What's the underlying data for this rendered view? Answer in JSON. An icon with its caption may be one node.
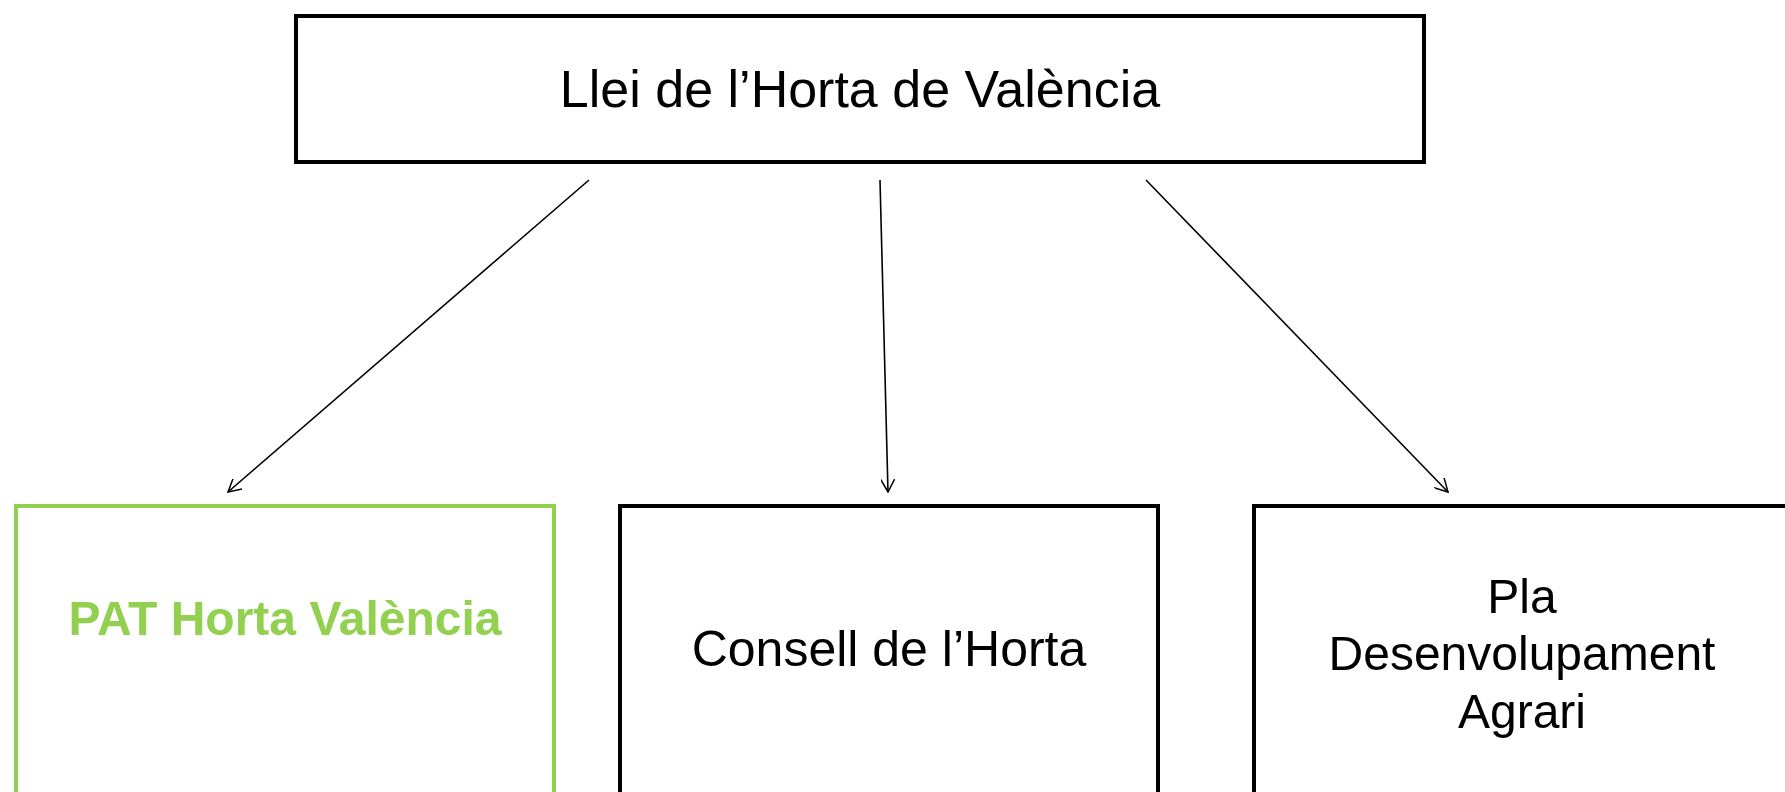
{
  "diagram": {
    "nodes": [
      {
        "text": [
          "Llei de l’Horta de València"
        ]
      },
      {
        "text": [
          "PAT Horta València"
        ]
      },
      {
        "text": [
          "Consell de l’Horta"
        ]
      },
      {
        "text": [
          "Pla Desenvolupament Agrari"
        ]
      }
    ],
    "edges": [
      {
        "from": 0,
        "to": 1,
        "arrow": "to"
      },
      {
        "from": 0,
        "to": 2,
        "arrow": "to"
      },
      {
        "from": 0,
        "to": 3,
        "arrow": "to"
      }
    ]
  }
}
